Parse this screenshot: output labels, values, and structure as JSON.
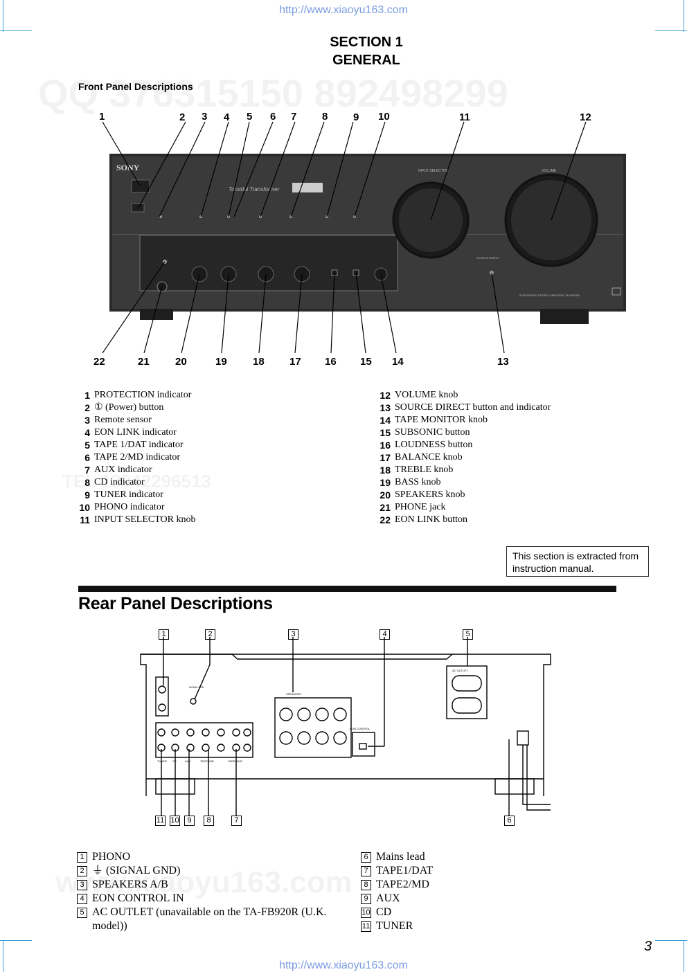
{
  "header_url": "http://www.xiaoyu163.com",
  "footer_url": "http://www.xiaoyu163.com",
  "section": {
    "line1": "SECTION 1",
    "line2": "GENERAL"
  },
  "front_panel": {
    "title": "Front Panel Descriptions",
    "callouts_top": [
      "1",
      "2",
      "3",
      "4",
      "5",
      "6",
      "7",
      "8",
      "9",
      "10",
      "11",
      "12"
    ],
    "callouts_bottom": [
      "22",
      "21",
      "20",
      "19",
      "18",
      "17",
      "16",
      "15",
      "14",
      "13"
    ],
    "panel_labels": {
      "brand": "SONY",
      "transformer": "Toroidal Transformer",
      "input_selector": "INPUT SELECTOR",
      "volume": "VOLUME",
      "source_direct": "SOURCE DIRECT",
      "model": "INTEGRATED STEREO AMPLIFIER  TA-FB920R"
    },
    "items_left": [
      {
        "num": "1",
        "text": "PROTECTION indicator"
      },
      {
        "num": "2",
        "text": "① (Power) button"
      },
      {
        "num": "3",
        "text": "Remote sensor"
      },
      {
        "num": "4",
        "text": "EON LINK indicator"
      },
      {
        "num": "5",
        "text": "TAPE 1/DAT indicator"
      },
      {
        "num": "6",
        "text": "TAPE 2/MD indicator"
      },
      {
        "num": "7",
        "text": "AUX indicator"
      },
      {
        "num": "8",
        "text": "CD indicator"
      },
      {
        "num": "9",
        "text": "TUNER indicator"
      },
      {
        "num": "10",
        "text": "PHONO indicator"
      },
      {
        "num": "11",
        "text": "INPUT SELECTOR knob"
      }
    ],
    "items_right": [
      {
        "num": "12",
        "text": "VOLUME knob"
      },
      {
        "num": "13",
        "text": "SOURCE DIRECT button and indicator"
      },
      {
        "num": "14",
        "text": "TAPE MONITOR knob"
      },
      {
        "num": "15",
        "text": "SUBSONIC button"
      },
      {
        "num": "16",
        "text": "LOUDNESS button"
      },
      {
        "num": "17",
        "text": "BALANCE knob"
      },
      {
        "num": "18",
        "text": "TREBLE knob"
      },
      {
        "num": "19",
        "text": "BASS knob"
      },
      {
        "num": "20",
        "text": "SPEAKERS knob"
      },
      {
        "num": "21",
        "text": "PHONE jack"
      },
      {
        "num": "22",
        "text": "EON LINK button"
      }
    ]
  },
  "note": "This section is extracted from instruction manual.",
  "rear_panel": {
    "title": "Rear Panel Descriptions",
    "callouts_top": [
      "1",
      "2",
      "3",
      "4",
      "5"
    ],
    "callouts_bottom": [
      "11",
      "10",
      "9",
      "8",
      "7",
      "6"
    ],
    "panel_labels": {
      "speakers": "SPEAKERS",
      "eon_control": "EON CONTROL",
      "ac_outlet": "AC OUTLET",
      "signal_gnd": "SIGNAL GND",
      "inputs": [
        "TUNER",
        "CD",
        "AUX",
        "TAPE2/MD",
        "TAPE1/DAT"
      ]
    },
    "items_left": [
      {
        "num": "1",
        "text": "PHONO"
      },
      {
        "num": "2",
        "text": "⏚ (SIGNAL GND)"
      },
      {
        "num": "3",
        "text": "SPEAKERS A/B"
      },
      {
        "num": "4",
        "text": "EON CONTROL IN"
      },
      {
        "num": "5",
        "text": "AC OUTLET (unavailable on the TA-FB920R (U.K. model))"
      }
    ],
    "items_right": [
      {
        "num": "6",
        "text": "Mains lead"
      },
      {
        "num": "7",
        "text": "TAPE1/DAT"
      },
      {
        "num": "8",
        "text": "TAPE2/MD"
      },
      {
        "num": "9",
        "text": "AUX"
      },
      {
        "num": "10",
        "text": "CD"
      },
      {
        "num": "11",
        "text": "TUNER"
      }
    ]
  },
  "watermarks": {
    "qq": "QQ 376315150   892498299",
    "tel": "TEL 13942296513",
    "site": "www.xiaoyu163.com"
  },
  "page_number": "3"
}
